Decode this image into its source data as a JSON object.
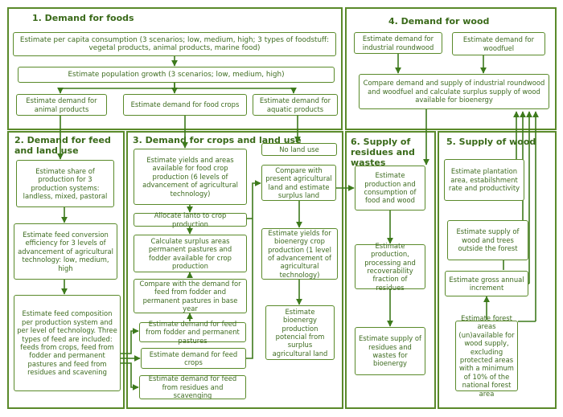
{
  "sections": {
    "s1": "1. Demand for foods",
    "s2": "2. Demand for feed and land use",
    "s3": "3. Demand for crops and land use",
    "s4": "4. Demand for wood",
    "s5": "5. Supply of wood",
    "s6": "6. Supply of residues and wastes"
  },
  "boxes": {
    "per_capita": "Estimate per capita consumption (3 scenarios; low, medium, high; 3 types of foodstuff: vegetal products, animal products, marine food)",
    "population": "Estimate population growth (3 scenarios; low, medium, high)",
    "animal_products": "Estimate demand for animal products",
    "food_crops": "Estimate demand for food crops",
    "aquatic_products": "Estimate demand for aquatic products",
    "share_production": "Estimate share of production for 3 production systems: landless, mixed, pastoral",
    "feed_conversion": "Estimate feed conversion efficiency for 3 levels of advancement of agricultural technology: low, medium, high",
    "feed_composition": "Estimate feed composition per production system and per level of technology. Three types of feed are included: feeds from crops, feed from fodder and permanent pastures and feed from residues and scavening",
    "yields_areas": "Estimate yields and areas available for food crop production (6 levels of advancement of agricultural technology)",
    "allocate_land": "Allocate lanto to crop production",
    "surplus_areas": "Calculate surplus areas permanent pastures and fodder available for crop production",
    "compare_fodder": "Compare with the demand for feed from fodder and permanent pastures in base year",
    "feed_fodder": "Estimate demand for feed from fodder and permanent pastures",
    "feed_crops": "Estimate demand for feed crops",
    "feed_residues": "Estimate demand for feed from residues and scavenging",
    "no_land_use": "No land use",
    "compare_present": "Compare with present agricultural land and estimate surplus land",
    "yields_bioenergy": "Estimate yields for bioenergy crop production (1 level of advancement of agricultural technology)",
    "bioenergy_potential": "Estimate bioenergy production potencial from surplus agricultural land",
    "demand_roundwood": "Estimate demand for industrial roundwood",
    "demand_woodfuel": "Estimate demand for woodfuel",
    "compare_wood": "Compare demand and supply of industrial roundwood and woodfuel and calculate surplus supply of wood available for bioenergy",
    "prod_consumption": "Estimate production and consumption of food and wood",
    "prod_recoverability": "Estimate production, processing and recoverability fraction  of residues",
    "supply_residues": "Estimate supply of residues and wastes for bioenergy",
    "plantation": "Estimate plantation area, estabilshment rate and productivity",
    "trees_outside": "Estimate supply of wood and trees outside  the forest",
    "gross_increment": "Estimate gross annual increment",
    "forest_areas": "Estimate forest areas (un)available for wood supply, excluding protected areas with a minimum of 10% of the national forest area"
  }
}
